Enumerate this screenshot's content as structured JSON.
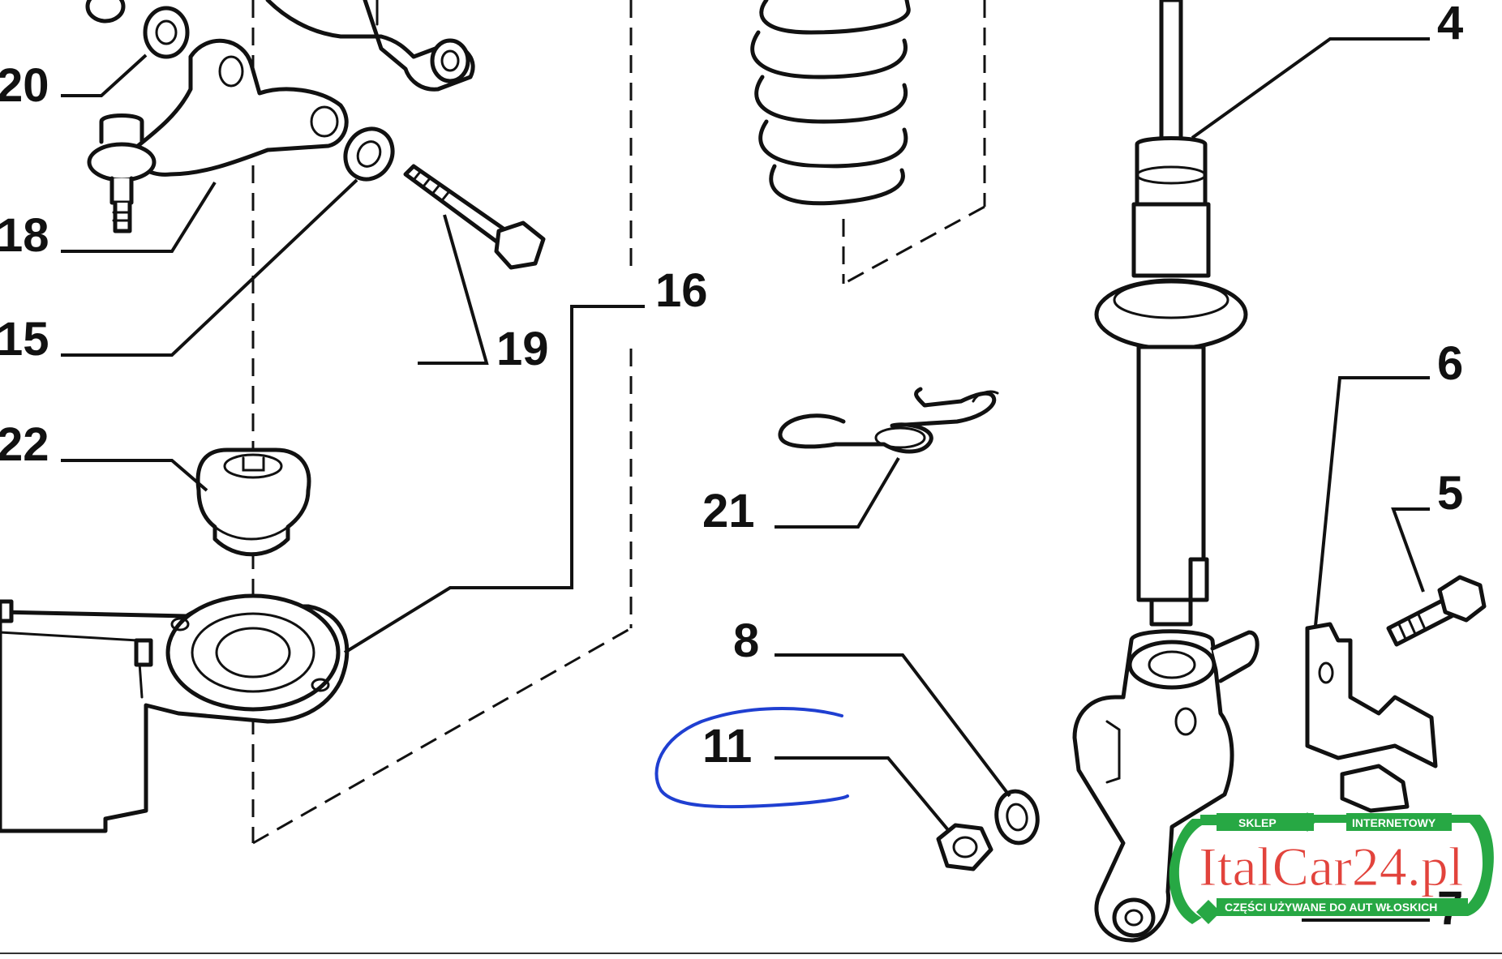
{
  "callouts": {
    "c4": "4",
    "c5": "5",
    "c6": "6",
    "c7": "7",
    "c8": "8",
    "c11": "11",
    "c15": "15",
    "c16": "16",
    "c18": "18",
    "c19": "19",
    "c20": "20",
    "c21": "21",
    "c22": "22"
  },
  "watermark": {
    "top_left": "SKLEP",
    "top_right": "INTERNETOWY",
    "brand": "ItalCar24.pl",
    "tagline": "CZĘŚCI UŻYWANE DO AUT WŁOSKICH"
  },
  "colors": {
    "line": "#111111",
    "annotation": "#1f3fd1",
    "watermark_green": "#27a844",
    "watermark_red": "#e0342c"
  }
}
